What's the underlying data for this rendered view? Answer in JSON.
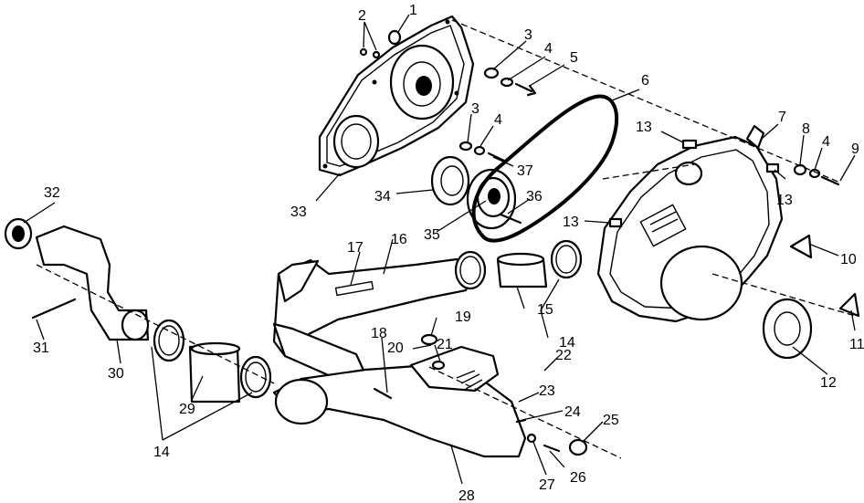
{
  "diagram": {
    "callouts": {
      "c1": "1",
      "c2": "2",
      "c3a": "3",
      "c3b": "3",
      "c4a": "4",
      "c4b": "4",
      "c4c": "4",
      "c5": "5",
      "c6": "6",
      "c7": "7",
      "c8": "8",
      "c9": "9",
      "c10": "10",
      "c11": "11",
      "c12": "12",
      "c13a": "13",
      "c13b": "13",
      "c13c": "13",
      "c14a": "14",
      "c14b": "14",
      "c15": "15",
      "c16": "16",
      "c17": "17",
      "c18": "18",
      "c19": "19",
      "c20": "20",
      "c21": "21",
      "c22": "22",
      "c23": "23",
      "c24": "24",
      "c25": "25",
      "c26": "26",
      "c27": "27",
      "c28": "28",
      "c29": "29",
      "c30": "30",
      "c31": "31",
      "c32": "32",
      "c33": "33",
      "c34": "34",
      "c35": "35",
      "c36": "36",
      "c37": "37"
    }
  }
}
